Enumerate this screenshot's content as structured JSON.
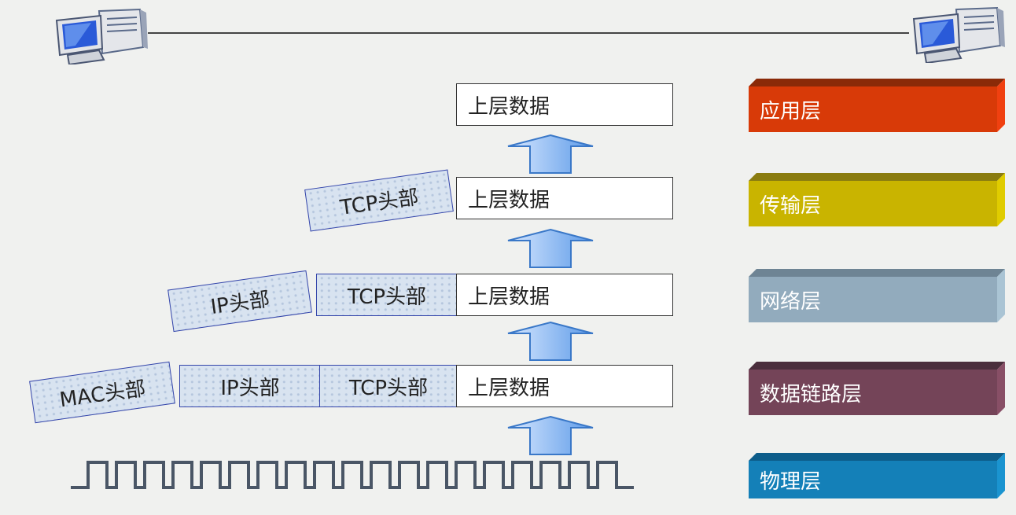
{
  "labels": {
    "upper_data": "上层数据",
    "tcp_header": "TCP头部",
    "ip_header": "IP头部",
    "mac_header": "MAC头部"
  },
  "layers": [
    {
      "name": "应用层",
      "front": "#d83a08",
      "top": "#8a2a08",
      "side": "#f04010"
    },
    {
      "name": "传输层",
      "front": "#c9b400",
      "top": "#8a7c10",
      "side": "#e0cc00"
    },
    {
      "name": "网络层",
      "front": "#92abbd",
      "top": "#6e8494",
      "side": "#aac4d4"
    },
    {
      "name": "数据链路层",
      "front": "#744458",
      "top": "#4a2e3c",
      "side": "#884f66"
    },
    {
      "name": "物理层",
      "front": "#1480b8",
      "top": "#0d5d8a",
      "side": "#1a94d0"
    }
  ],
  "icons": [
    "computer-icon",
    "up-arrow-icon",
    "square-wave-icon"
  ]
}
